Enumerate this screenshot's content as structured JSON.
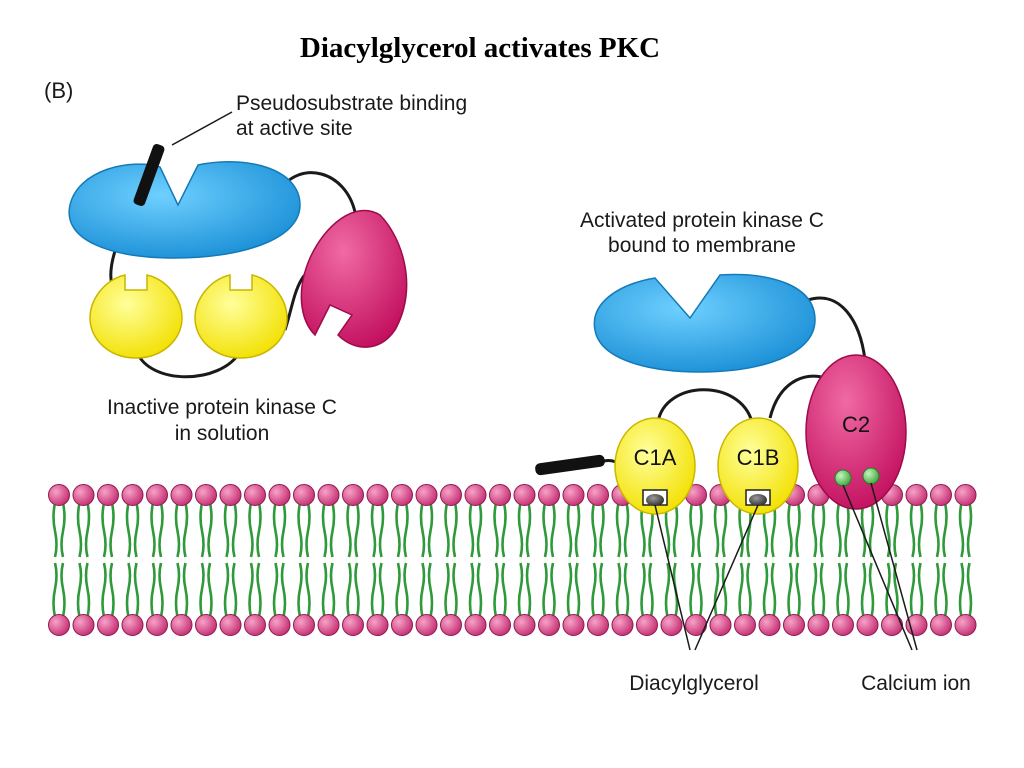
{
  "title": "Diacylglycerol activates PKC",
  "panel_label": "(B)",
  "labels": {
    "pseudosubstrate_line1": "Pseudosubstrate binding",
    "pseudosubstrate_line2": "at active site",
    "activated_line1": "Activated protein kinase C",
    "activated_line2": "bound to membrane",
    "inactive_line1": "Inactive protein kinase C",
    "inactive_line2": "in solution",
    "diacylglycerol": "Diacylglycerol",
    "calcium_ion": "Calcium ion"
  },
  "domains": {
    "c1a": "C1A",
    "c1b": "C1B",
    "c2": "C2"
  },
  "colors": {
    "kinase_blue": "#2aa6e6",
    "c1_yellow": "#fff200",
    "c2_magenta": "#d6196e",
    "lipid_head": "#d4387f",
    "lipid_tail": "#2e9a3a",
    "calcium_green": "#6fcf6a"
  }
}
